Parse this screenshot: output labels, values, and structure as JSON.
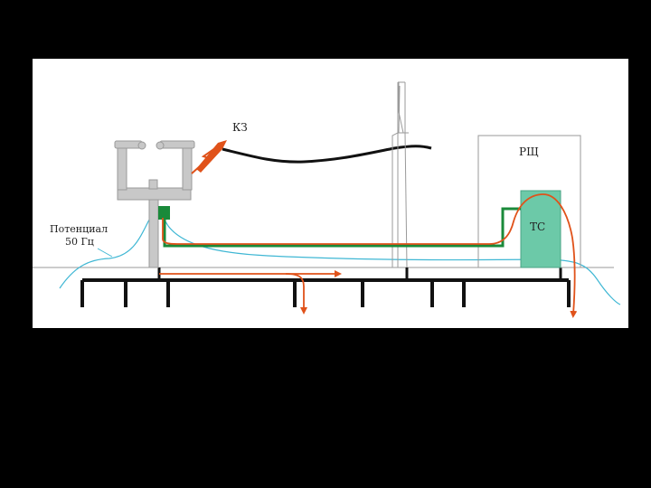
{
  "labels": {
    "short_circuit": "КЗ",
    "distribution_board": "РЩ",
    "equipment": "ТС",
    "potential_line1": "Потенциал",
    "potential_line2": "50 Гц"
  },
  "colors": {
    "background": "#000000",
    "panel": "#ffffff",
    "structure": "#c8c8c8",
    "ground_bus": "#111111",
    "green_conductor": "#1a8a3a",
    "current_flow": "#e0521a",
    "potential_curve": "#3fb7d4",
    "equipment_fill": "#6cc9a8"
  }
}
